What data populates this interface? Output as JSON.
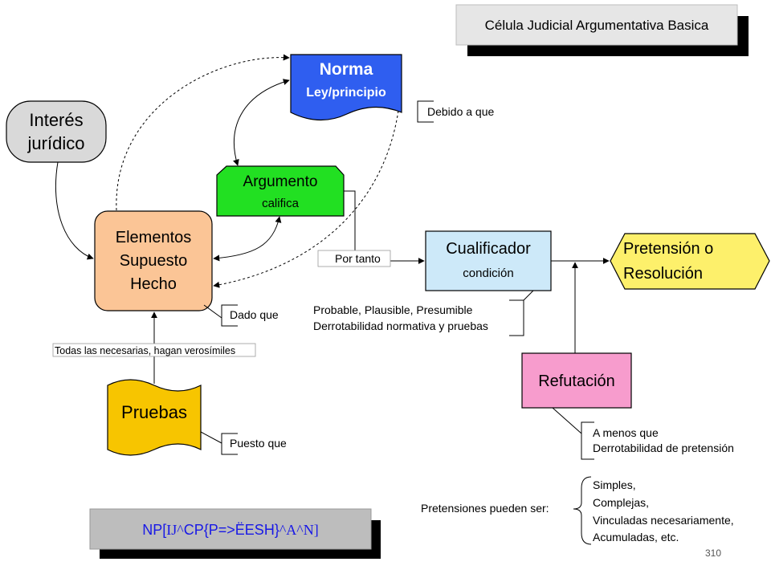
{
  "title": "Célula Judicial Argumentativa Basica",
  "nodes": {
    "norma": {
      "line1": "Norma",
      "line2": "Ley/principio"
    },
    "interes": {
      "line1": "Interés",
      "line2": "jurídico"
    },
    "argumento": {
      "line1": "Argumento",
      "line2": "califica"
    },
    "elementos": {
      "line1": "Elementos",
      "line2": "Supuesto",
      "line3": "Hecho"
    },
    "cualificador": {
      "line1": "Cualificador",
      "line2": "condición"
    },
    "pretension": {
      "line1": "Pretensión o",
      "line2": "Resolución"
    },
    "refutacion": {
      "label": "Refutación"
    },
    "pruebas": {
      "label": "Pruebas"
    }
  },
  "annotations": {
    "debido": "Debido a que",
    "por_tanto": "Por tanto",
    "dado": "Dado que",
    "todas": "Todas las necesarias, hagan verosímiles",
    "puesto": "Puesto que",
    "probable": "Probable, Plausible, Presumible",
    "derrotabilidad_norm": "Derrotabilidad normativa y pruebas",
    "a_menos": "A menos que",
    "derrotabilidad_pret": "Derrotabilidad de pretensión",
    "pretensiones_label": "Pretensiones pueden ser:",
    "pret_list": [
      "Simples,",
      "Complejas,",
      "Vinculadas necesariamente,",
      "Acumuladas, etc."
    ]
  },
  "formula": {
    "part1": "NP[",
    "part2": "IJ^",
    "part3": "CP{P=>ËESH}",
    "part4": "^A^N]"
  },
  "page_number": "310",
  "colors": {
    "norma": "#2f5ef0",
    "argumento": "#22e022",
    "elementos": "#fbc596",
    "cualificador": "#cde9f9",
    "pretension": "#fdf06b",
    "refutacion": "#f79ccd",
    "pruebas": "#f7c500",
    "interes": "#d9d9d9",
    "formula_blue": "#1818e6"
  }
}
